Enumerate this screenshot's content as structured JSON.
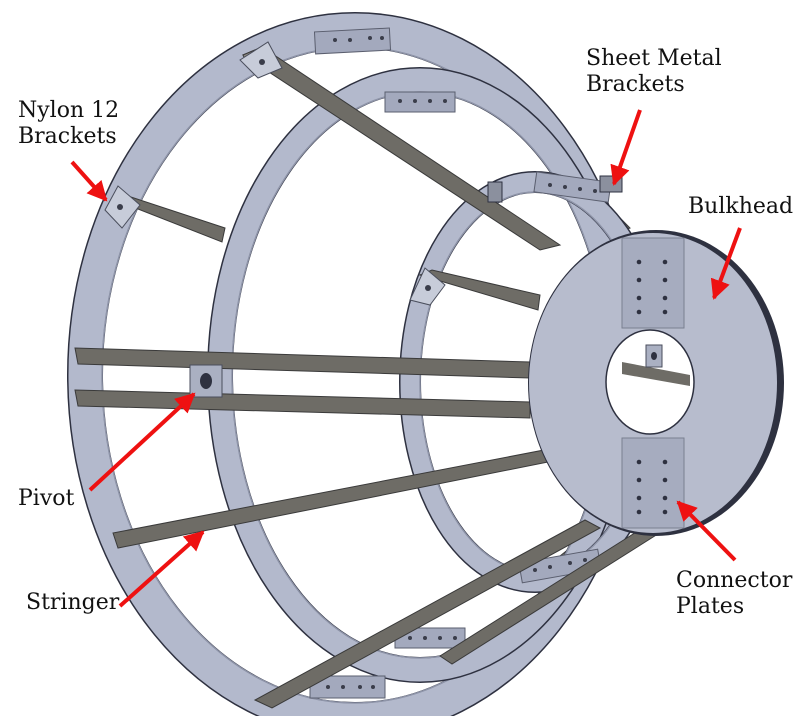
{
  "labels": {
    "nylon": {
      "line1": "Nylon 12",
      "line2": "Brackets"
    },
    "sheet_metal": {
      "line1": "Sheet Metal",
      "line2": "Brackets"
    },
    "bulkhead": "Bulkhead",
    "pivot": "Pivot",
    "stringer": "Stringer",
    "connector": {
      "line1": "Connector",
      "line2": "Plates"
    }
  },
  "colors": {
    "ring": "#b3b9cc",
    "ring_edge": "#2e3140",
    "ring_shadow": "#8e94a8",
    "stringer": "#6e6c66",
    "stringer_light": "#8f8c85",
    "bulkhead": "#b7bccd",
    "plate": "#a6acbf",
    "arrow": "#ee1111"
  }
}
